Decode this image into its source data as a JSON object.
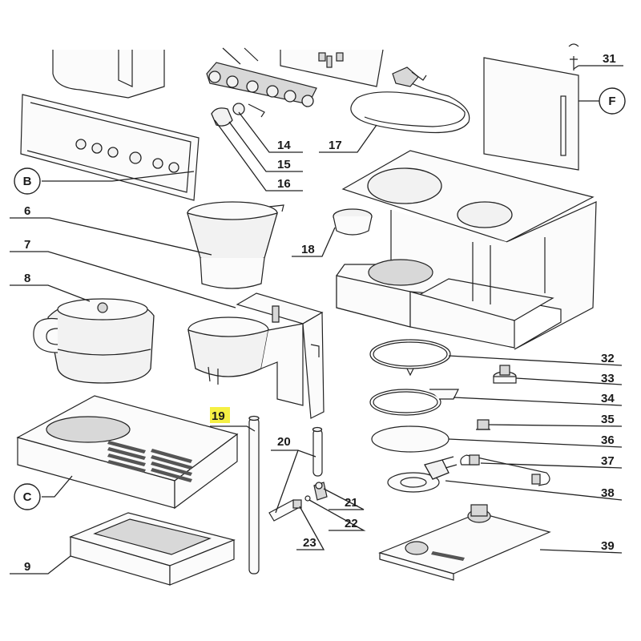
{
  "diagram": {
    "highlighted_label": "19",
    "highlight_color": "#f5f044",
    "callouts": [
      "6",
      "7",
      "8",
      "9",
      "14",
      "15",
      "16",
      "17",
      "18",
      "19",
      "20",
      "21",
      "22",
      "23",
      "31",
      "32",
      "33",
      "34",
      "35",
      "36",
      "37",
      "38",
      "39"
    ],
    "circle_labels": [
      "B",
      "C",
      "F"
    ],
    "labels": {
      "p6": "6",
      "p7": "7",
      "p8": "8",
      "p9": "9",
      "p14": "14",
      "p15": "15",
      "p16": "16",
      "p17": "17",
      "p18": "18",
      "p19": "19",
      "p20": "20",
      "p21": "21",
      "p22": "22",
      "p23": "23",
      "p31": "31",
      "p32": "32",
      "p33": "33",
      "p34": "34",
      "p35": "35",
      "p36": "36",
      "p37": "37",
      "p38": "38",
      "p39": "39",
      "B": "B",
      "C": "C",
      "F": "F"
    }
  }
}
